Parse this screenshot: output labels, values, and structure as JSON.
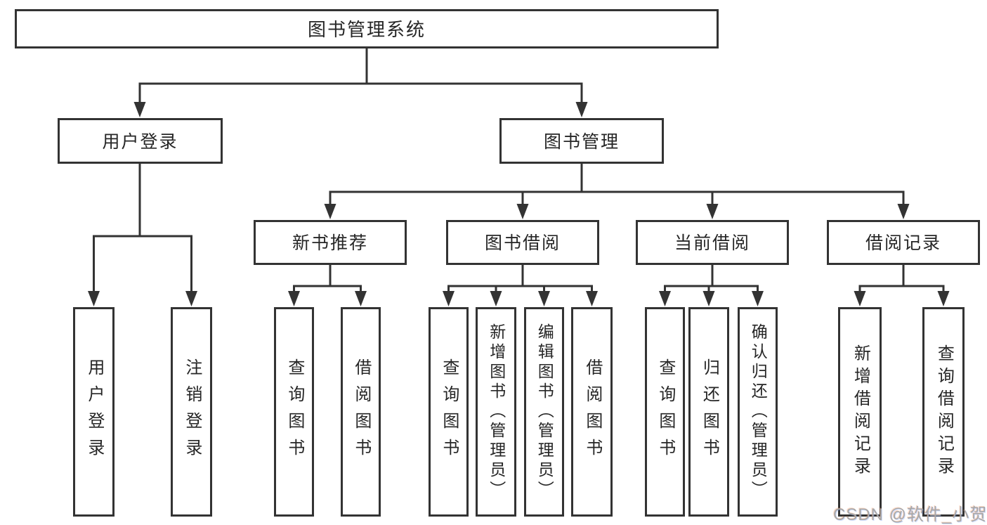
{
  "colors": {
    "line": "#333333",
    "text": "#262626",
    "box_fill": "#ffffff",
    "background": "#ffffff",
    "watermark": "#a8a8a8"
  },
  "watermark": {
    "text": "CSDN @软件_小贺同学"
  },
  "tree": {
    "root": {
      "label": "图书管理系统"
    },
    "branches": [
      {
        "label": "用户登录",
        "children": [
          {
            "label": "用户登录"
          },
          {
            "label": "注销登录"
          }
        ]
      },
      {
        "label": "图书管理",
        "children": [
          {
            "label": "新书推荐",
            "children": [
              {
                "label": "查询图书"
              },
              {
                "label": "借阅图书"
              }
            ]
          },
          {
            "label": "图书借阅",
            "children": [
              {
                "label": "查询图书"
              },
              {
                "label": "新增图书（管理员）"
              },
              {
                "label": "编辑图书（管理员）"
              },
              {
                "label": "借阅图书"
              }
            ]
          },
          {
            "label": "当前借阅",
            "children": [
              {
                "label": "查询图书"
              },
              {
                "label": "归还图书"
              },
              {
                "label": "确认归还（管理员）"
              }
            ]
          },
          {
            "label": "借阅记录",
            "children": [
              {
                "label": "新增借阅记录"
              },
              {
                "label": "查询借阅记录"
              }
            ]
          }
        ]
      }
    ]
  }
}
